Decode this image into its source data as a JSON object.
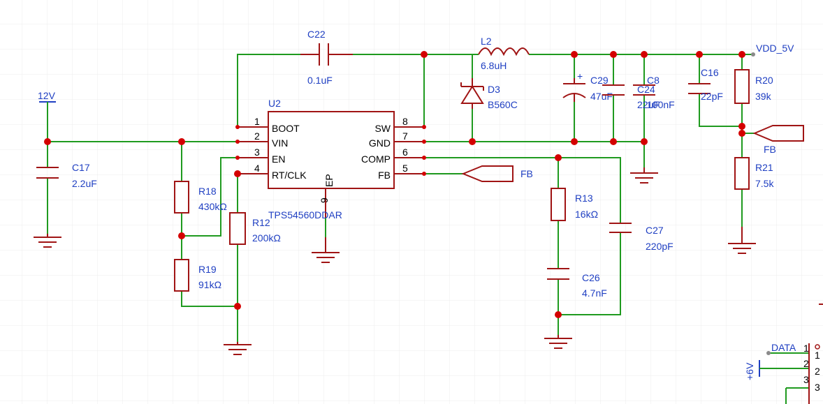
{
  "colors": {
    "grid": "#e9e9e9",
    "wire": "#1f9a1f",
    "symbol": "#a01414",
    "junction": "#d40000",
    "label": "#1f3fc2",
    "pin_text": "#000000"
  },
  "ic": {
    "ref": "U2",
    "part": "TPS54560DDAR",
    "ep_label": "EP",
    "ep_number": "9",
    "left_pins": [
      {
        "num": "1",
        "name": "BOOT"
      },
      {
        "num": "2",
        "name": "VIN"
      },
      {
        "num": "3",
        "name": "EN"
      },
      {
        "num": "4",
        "name": "RT/CLK"
      }
    ],
    "right_pins": [
      {
        "num": "8",
        "name": "SW"
      },
      {
        "num": "7",
        "name": "GND"
      },
      {
        "num": "6",
        "name": "COMP"
      },
      {
        "num": "5",
        "name": "FB"
      }
    ]
  },
  "components": {
    "c22": {
      "ref": "C22",
      "value": "0.1uF"
    },
    "l2": {
      "ref": "L2",
      "value": "6.8uH"
    },
    "d3": {
      "ref": "D3",
      "value": "B560C"
    },
    "c29": {
      "ref": "C29",
      "value": "47uF",
      "polarity": "+"
    },
    "c24": {
      "ref": "C24",
      "value": "22uF"
    },
    "c8": {
      "ref": "C8",
      "value": "100nF"
    },
    "c16": {
      "ref": "C16",
      "value": "22pF"
    },
    "r20": {
      "ref": "R20",
      "value": "39k"
    },
    "r21": {
      "ref": "R21",
      "value": "7.5k"
    },
    "c17": {
      "ref": "C17",
      "value": "2.2uF"
    },
    "r18": {
      "ref": "R18",
      "value": "430kΩ"
    },
    "r19": {
      "ref": "R19",
      "value": "91kΩ"
    },
    "r12": {
      "ref": "R12",
      "value": "200kΩ"
    },
    "r13": {
      "ref": "R13",
      "value": "16kΩ"
    },
    "c26": {
      "ref": "C26",
      "value": "4.7nF"
    },
    "c27": {
      "ref": "C27",
      "value": "220pF"
    }
  },
  "nets": {
    "vin": "12V",
    "vout": "VDD_5V",
    "fb_left": "FB",
    "fb_right": "FB",
    "data": "DATA",
    "plus6v": "+6V"
  },
  "connector": {
    "pins": [
      "1",
      "2",
      "3"
    ],
    "outer_pin": "1"
  }
}
